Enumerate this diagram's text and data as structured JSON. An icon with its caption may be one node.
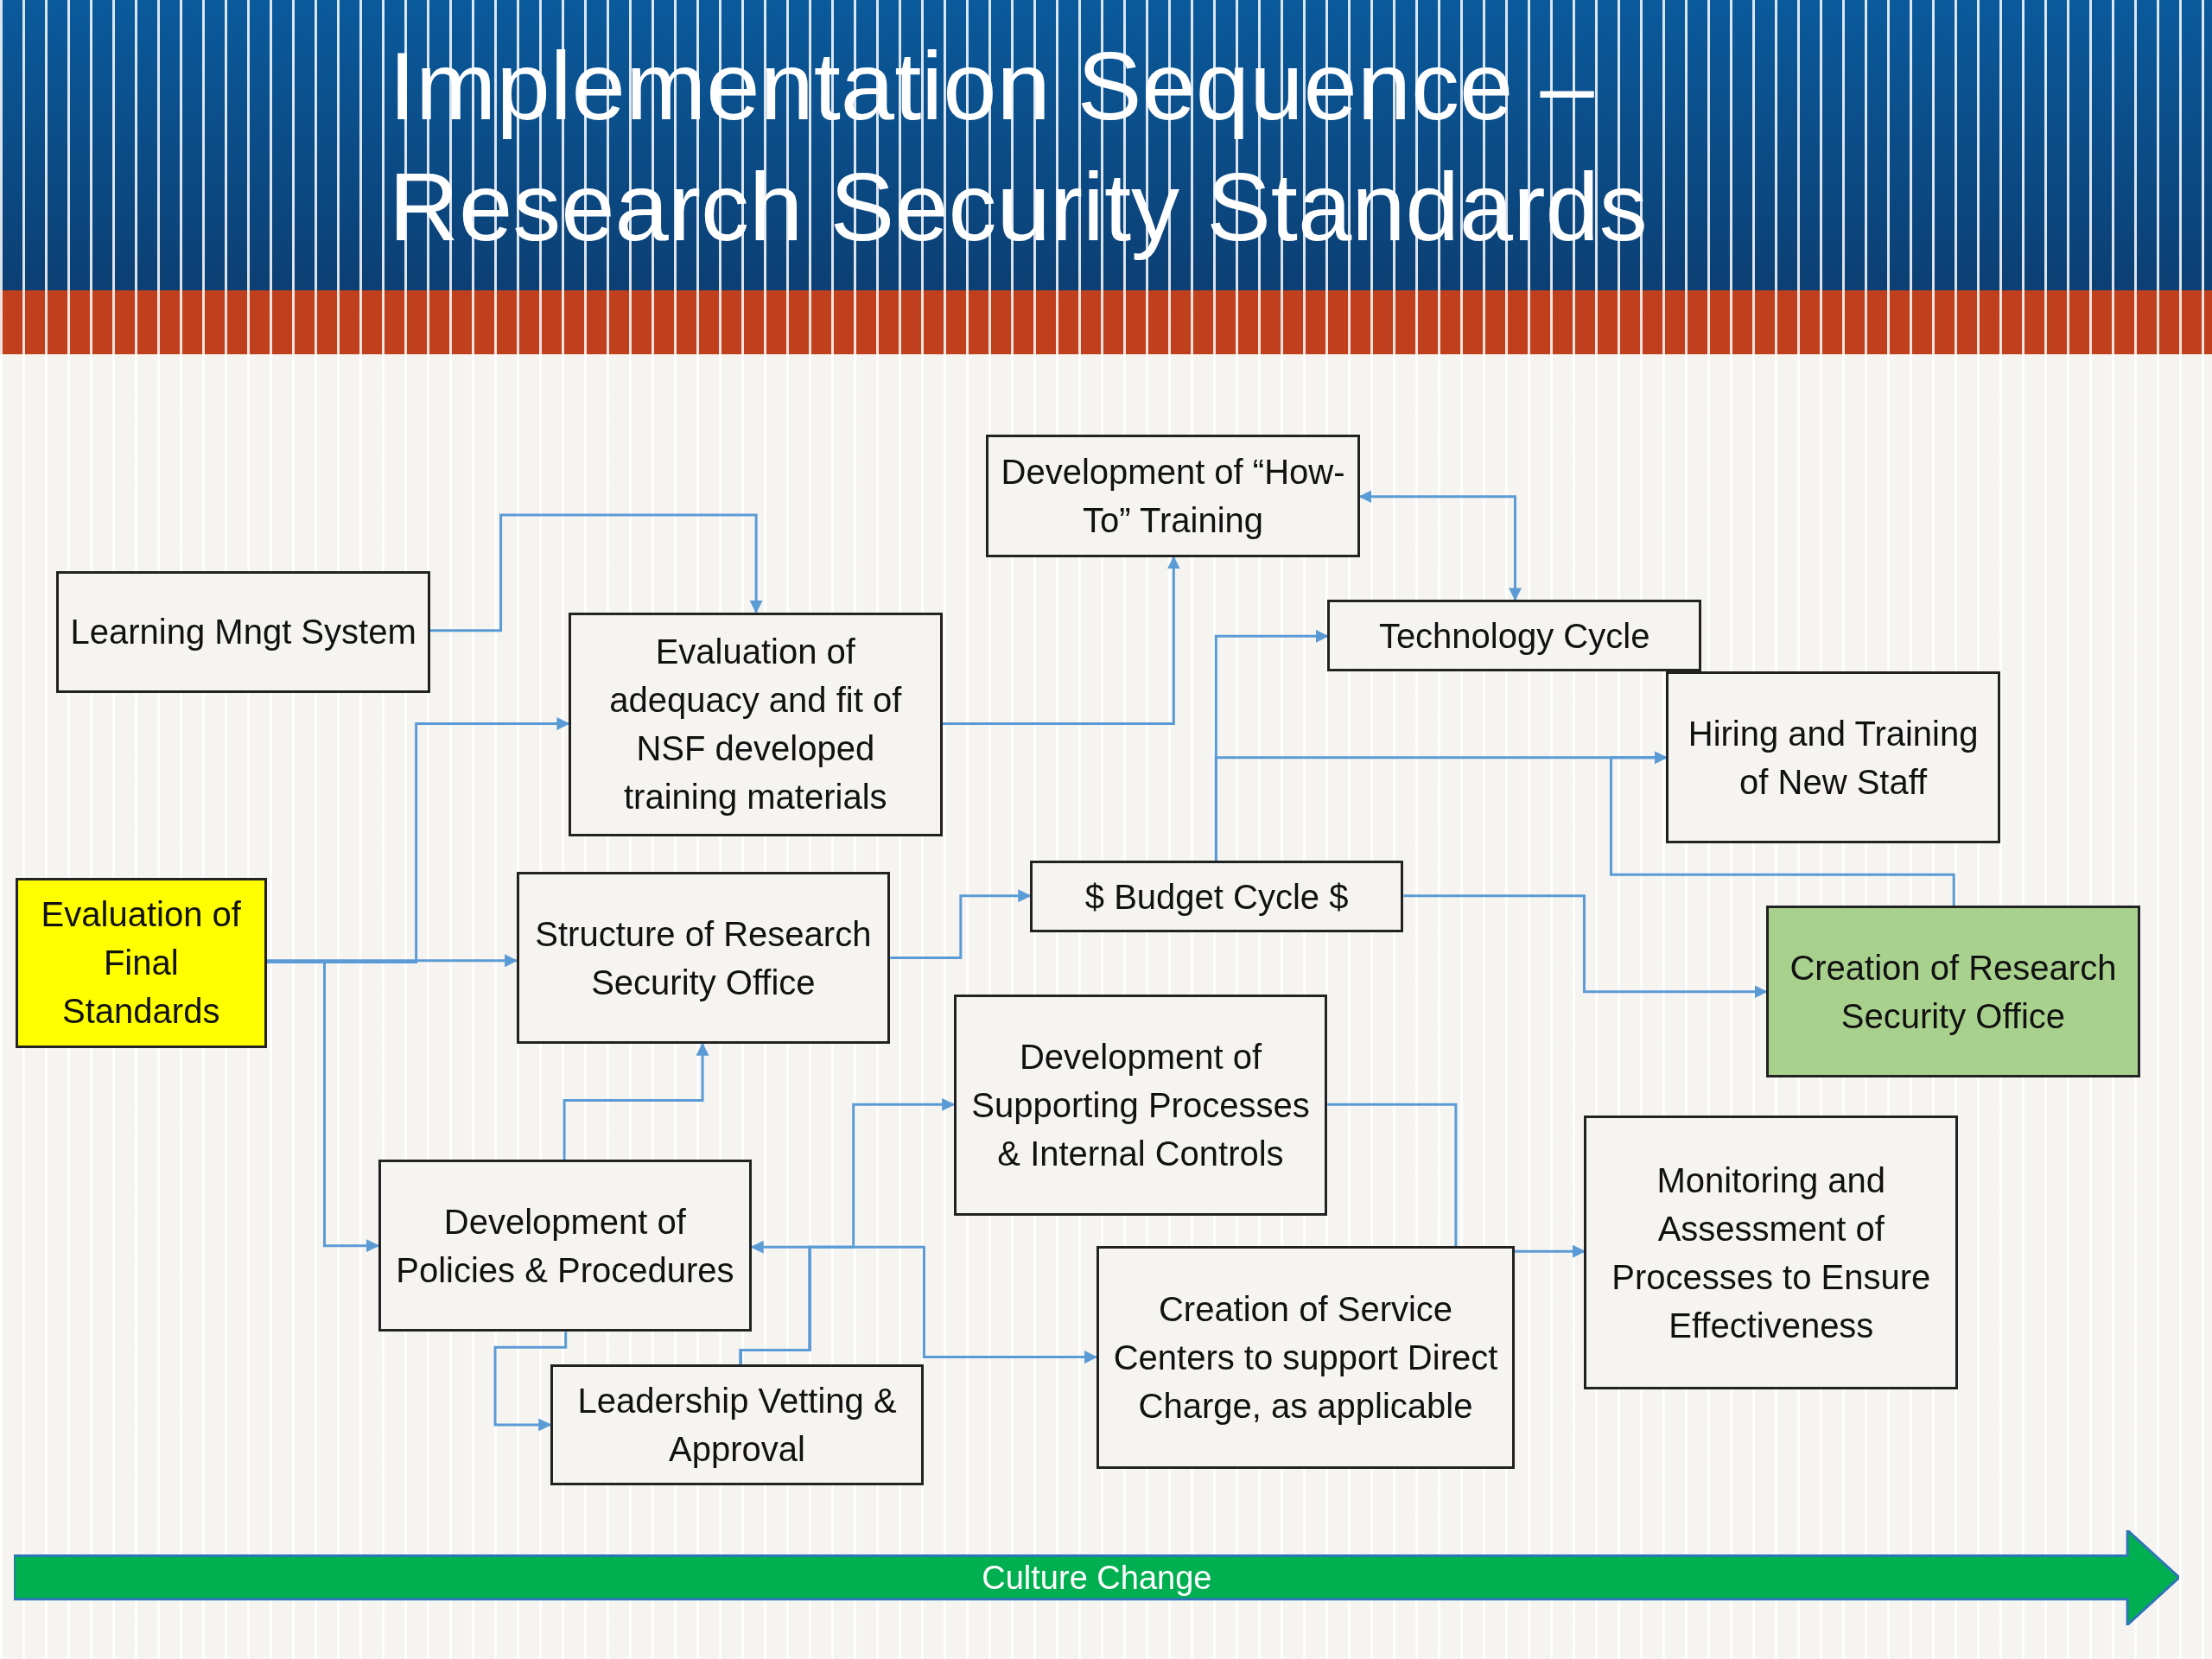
{
  "diagram": {
    "title": "Implementation Sequence – Research Security Standards",
    "nodes": [
      {
        "text": [
          "Learning Mngt System"
        ]
      },
      {
        "text": [
          "Evaluation of adequacy and fit of NSF developed training materials"
        ]
      },
      {
        "text": [
          "Development of “How-To” Training"
        ]
      },
      {
        "text": [
          "Technology Cycle"
        ]
      },
      {
        "text": [
          "Hiring and Training of New Staff"
        ]
      },
      {
        "text": [
          "Evaluation of Final Standards"
        ]
      },
      {
        "text": [
          "Structure of Research Security Office"
        ]
      },
      {
        "text": [
          "$ Budget Cycle $"
        ]
      },
      {
        "text": [
          "Creation of Research Security Office"
        ]
      },
      {
        "text": [
          "Development of Supporting Processes & Internal Controls"
        ]
      },
      {
        "text": [
          "Monitoring and Assessment of Processes to Ensure Effectiveness"
        ]
      },
      {
        "text": [
          "Development of Policies & Procedures"
        ]
      },
      {
        "text": [
          "Creation of Service Centers to support Direct Charge, as applicable"
        ]
      },
      {
        "text": [
          "Leadership Vetting & Approval"
        ]
      },
      {
        "text": [
          "Culture Change"
        ]
      }
    ],
    "edges": [
      {
        "from": 0,
        "to": 1,
        "arrow": "to"
      },
      {
        "from": 5,
        "to": 1,
        "arrow": "to"
      },
      {
        "from": 5,
        "to": 6,
        "arrow": "to"
      },
      {
        "from": 5,
        "to": 11,
        "arrow": "to"
      },
      {
        "from": 1,
        "to": 2,
        "arrow": "to"
      },
      {
        "from": 2,
        "to": 3,
        "arrow": "both"
      },
      {
        "from": 7,
        "to": 3,
        "arrow": "to"
      },
      {
        "from": 7,
        "to": 4,
        "arrow": "to"
      },
      {
        "from": 8,
        "to": 4,
        "arrow": "to"
      },
      {
        "from": 6,
        "to": 7,
        "arrow": "to"
      },
      {
        "from": 7,
        "to": 8,
        "arrow": "to"
      },
      {
        "from": 11,
        "to": 6,
        "arrow": "to"
      },
      {
        "from": 11,
        "to": 13,
        "arrow": "to"
      },
      {
        "from": 13,
        "to": 11,
        "arrow": "to"
      },
      {
        "from": 13,
        "to": 9,
        "arrow": "to"
      },
      {
        "from": 13,
        "to": 12,
        "arrow": "to"
      },
      {
        "from": 9,
        "to": 10,
        "arrow": "to"
      }
    ]
  }
}
